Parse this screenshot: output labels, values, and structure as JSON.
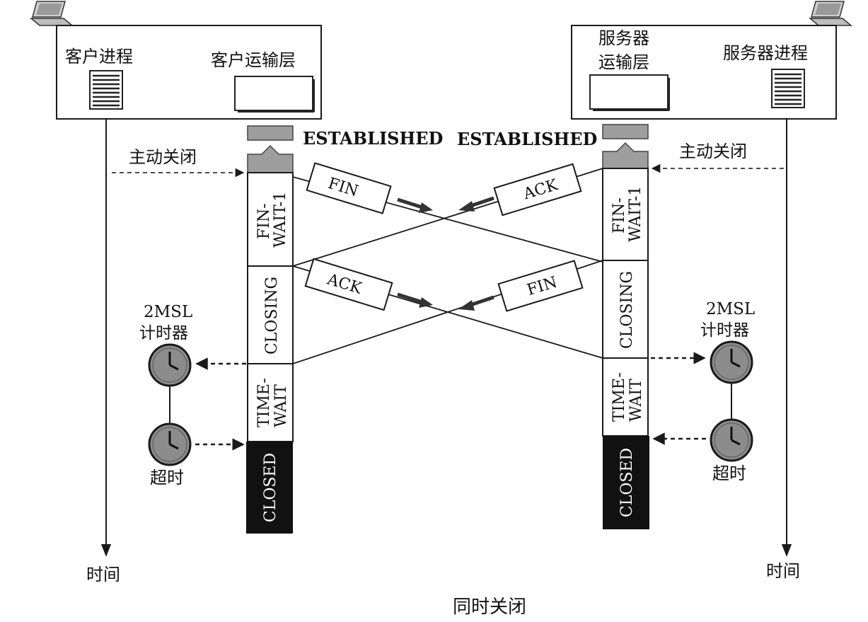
{
  "client": {
    "process_label": "客户进程",
    "transport_label": "客户运输层",
    "active_close": "主动关闭",
    "states": {
      "established": "ESTABLISHED",
      "fin_wait_1": [
        "FIN-",
        "WAIT-1"
      ],
      "closing": "CLOSING",
      "time_wait": [
        "TIME-",
        "WAIT"
      ],
      "closed": "CLOSED"
    },
    "timer_label": [
      "2MSL",
      "计时器"
    ],
    "timeout_label": "超时",
    "time_label": "时间"
  },
  "server": {
    "transport_label": [
      "服务器",
      "运输层"
    ],
    "process_label": "服务器进程",
    "active_close": "主动关闭",
    "states": {
      "established": "ESTABLISHED",
      "fin_wait_1": [
        "FIN-",
        "WAIT-1"
      ],
      "closing": "CLOSING",
      "time_wait": [
        "TIME-",
        "WAIT"
      ],
      "closed": "CLOSED"
    },
    "timer_label": [
      "2MSL",
      "计时器"
    ],
    "timeout_label": "超时",
    "time_label": "时间"
  },
  "segments": {
    "fin_from_client": "FIN",
    "ack_from_server": "ACK",
    "ack_from_client": "ACK",
    "fin_from_server": "FIN"
  },
  "caption": "同时关闭",
  "colors": {
    "stroke": "#1a1a1a",
    "state_header": "#9e9e9e",
    "closed_fill": "#111111",
    "clock_fill": "#8c8c8c"
  },
  "icons": [
    "laptop-icon",
    "document-icon",
    "clock-icon"
  ]
}
